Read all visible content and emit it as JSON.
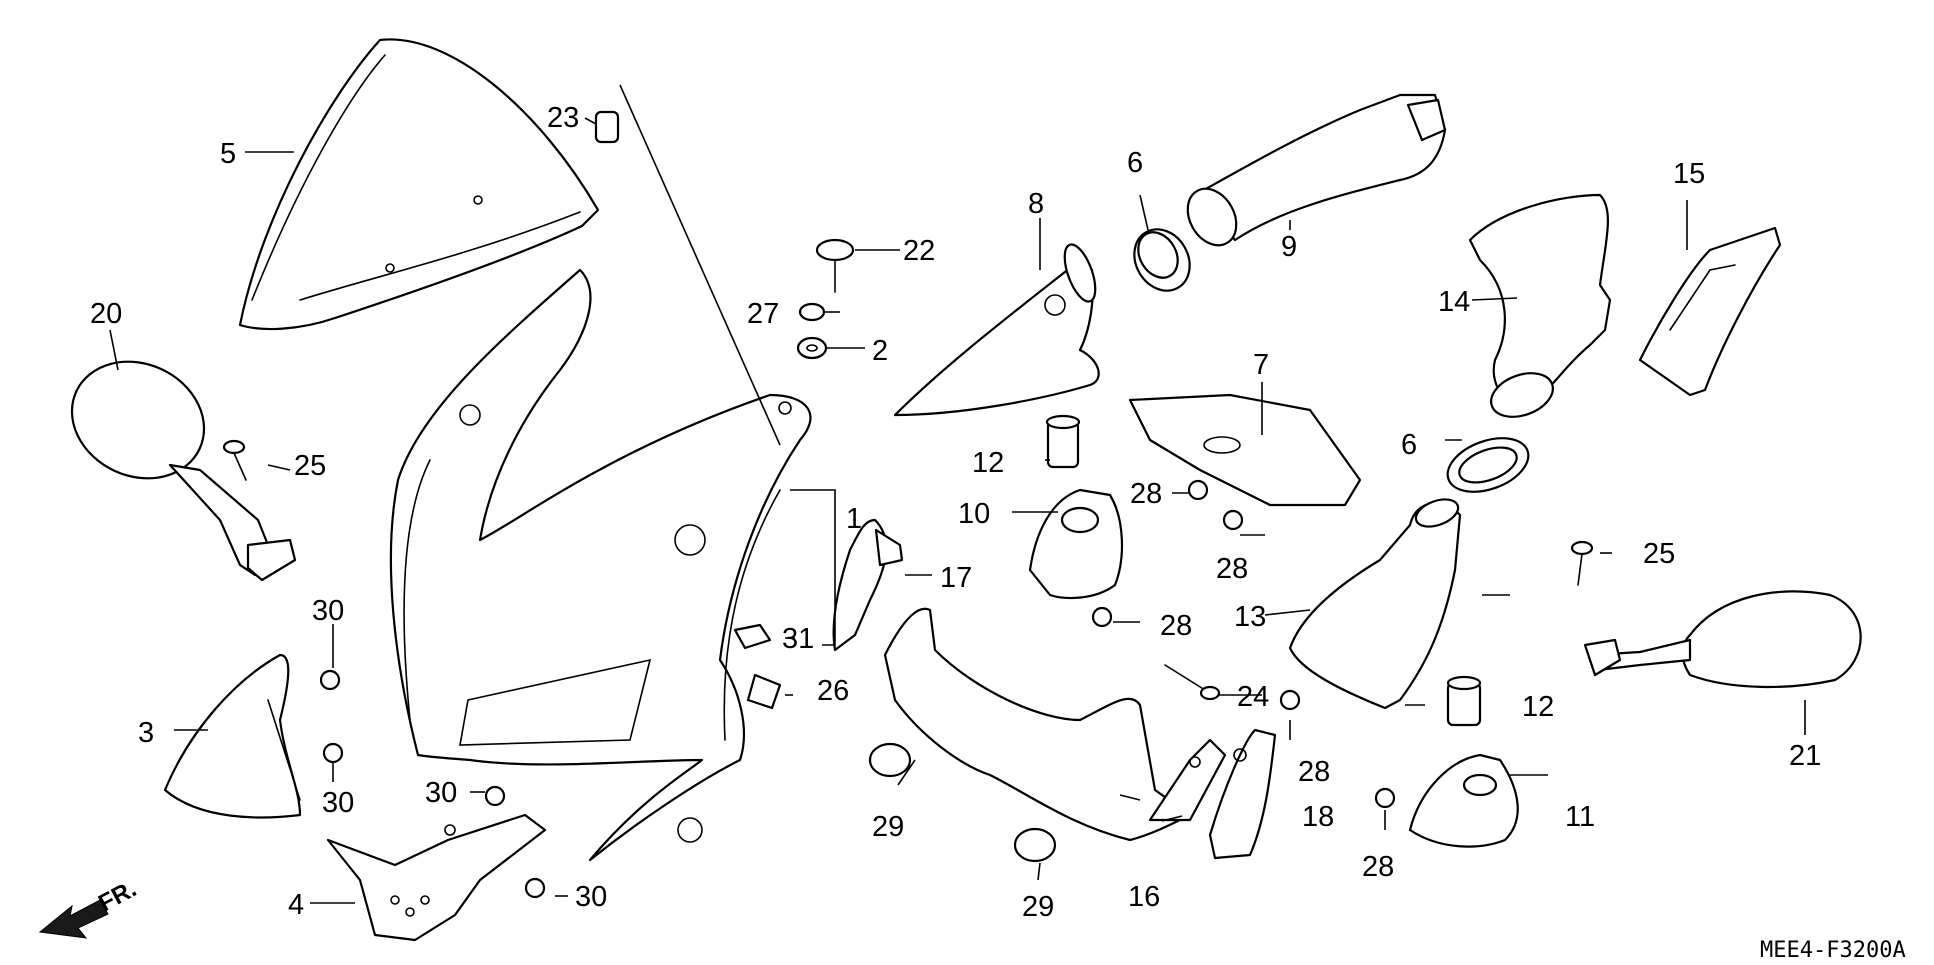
{
  "diagram": {
    "code": "MEE4-F3200A",
    "direction_label": "FR.",
    "callouts": {
      "c1": "1",
      "c2": "2",
      "c3": "3",
      "c4": "4",
      "c5": "5",
      "c6a": "6",
      "c6b": "6",
      "c7": "7",
      "c8": "8",
      "c9": "9",
      "c10": "10",
      "c11": "11",
      "c12a": "12",
      "c12b": "12",
      "c13": "13",
      "c14": "14",
      "c15": "15",
      "c16": "16",
      "c17": "17",
      "c18": "18",
      "c20": "20",
      "c21": "21",
      "c22": "22",
      "c23": "23",
      "c24": "24",
      "c25a": "25",
      "c25b": "25",
      "c26": "26",
      "c27": "27",
      "c28a": "28",
      "c28b": "28",
      "c28c": "28",
      "c28d": "28",
      "c28e": "28",
      "c29a": "29",
      "c29b": "29",
      "c30a": "30",
      "c30b": "30",
      "c30c": "30",
      "c30d": "30",
      "c31": "31"
    }
  }
}
